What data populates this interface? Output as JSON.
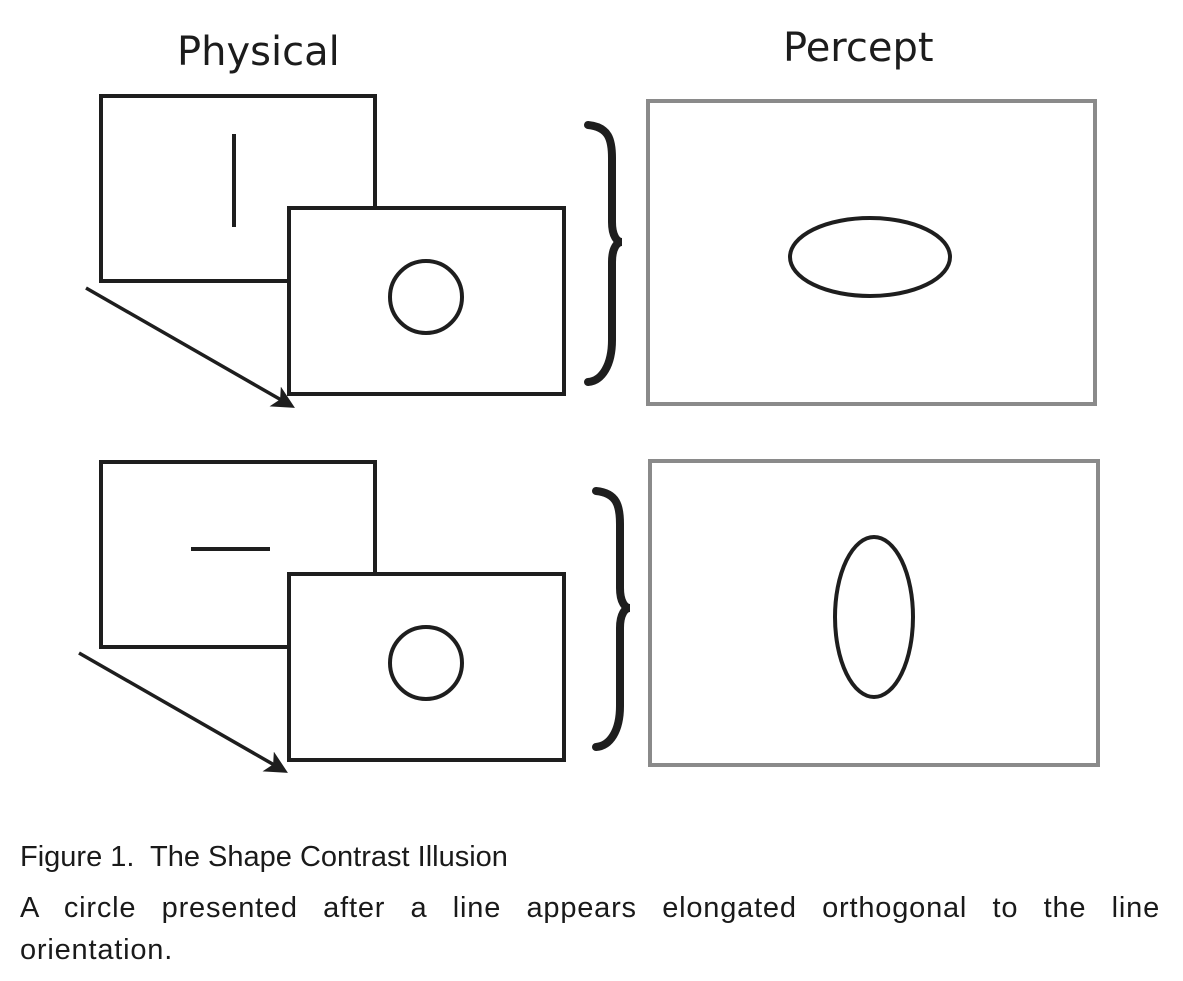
{
  "headers": {
    "physical": "Physical",
    "percept": "Percept"
  },
  "caption": {
    "title": "Figure 1.  The Shape Contrast Illusion",
    "text": "A circle presented after a line appears elongated orthogonal to the line orientation."
  },
  "rows": [
    {
      "line_orientation": "vertical",
      "percept_shape": "horizontal ellipse"
    },
    {
      "line_orientation": "horizontal",
      "percept_shape": "vertical ellipse"
    }
  ],
  "colors": {
    "stroke": "#1e1e1e",
    "percept_frame": "#8a8a8a"
  }
}
